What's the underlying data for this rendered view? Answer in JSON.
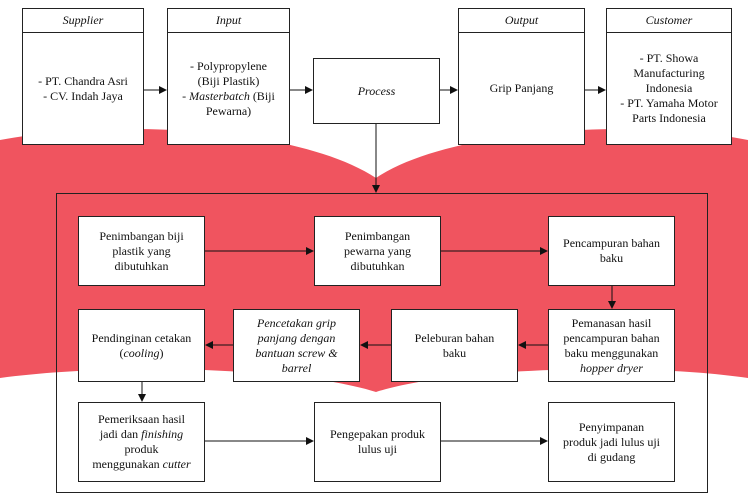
{
  "top": {
    "supplier": {
      "title": "Supplier",
      "items": [
        "- PT. Chandra Asri",
        "- CV. Indah Jaya"
      ]
    },
    "input": {
      "title": "Input",
      "line1": "- Polypropylene",
      "line2": "(Biji Plastik)",
      "line3_italic": "Masterbatch",
      "line3_rest": " (Biji",
      "line4": "Pewarna)"
    },
    "process": "Process",
    "output_box": "Grip Panjang",
    "output": {
      "title": "Output"
    },
    "customer": {
      "title": "Customer",
      "items": [
        "- PT. Showa",
        "Manufacturing",
        "Indonesia",
        "- PT. Yamaha Motor",
        "Parts Indonesia"
      ]
    }
  },
  "steps": {
    "s1": [
      "Penimbangan biji",
      "plastik yang",
      "dibutuhkan"
    ],
    "s2": [
      "Penimbangan",
      "pewarna yang",
      "dibutuhkan"
    ],
    "s3": [
      "Pencampuran bahan",
      "baku"
    ],
    "s4": [
      "Pemanasan hasil",
      "pencampuran bahan",
      "baku menggunakan"
    ],
    "s4_italic": "hopper dryer",
    "s5": [
      "Peleburan bahan",
      "baku"
    ],
    "s6_italic": [
      "Pencetakan grip",
      "panjang dengan",
      "bantuan screw &",
      "barrel"
    ],
    "s7_line1": "Pendinginan cetakan",
    "s7_line2_italic": "cooling",
    "s8_line1": "Pemeriksaan hasil",
    "s8_line2": "jadi dan ",
    "s8_line2_italic": "finishing",
    "s8_line3": "produk",
    "s8_line4": "menggunakan ",
    "s8_line4_italic": "cutter",
    "s9": [
      "Pengepakan produk",
      "lulus uji"
    ],
    "s10": [
      "Penyimpanan",
      "produk jadi lulus uji",
      "di gudang"
    ]
  },
  "colors": {
    "background_shape": "#f0545f",
    "border": "#222222",
    "box_fill": "#ffffff"
  }
}
